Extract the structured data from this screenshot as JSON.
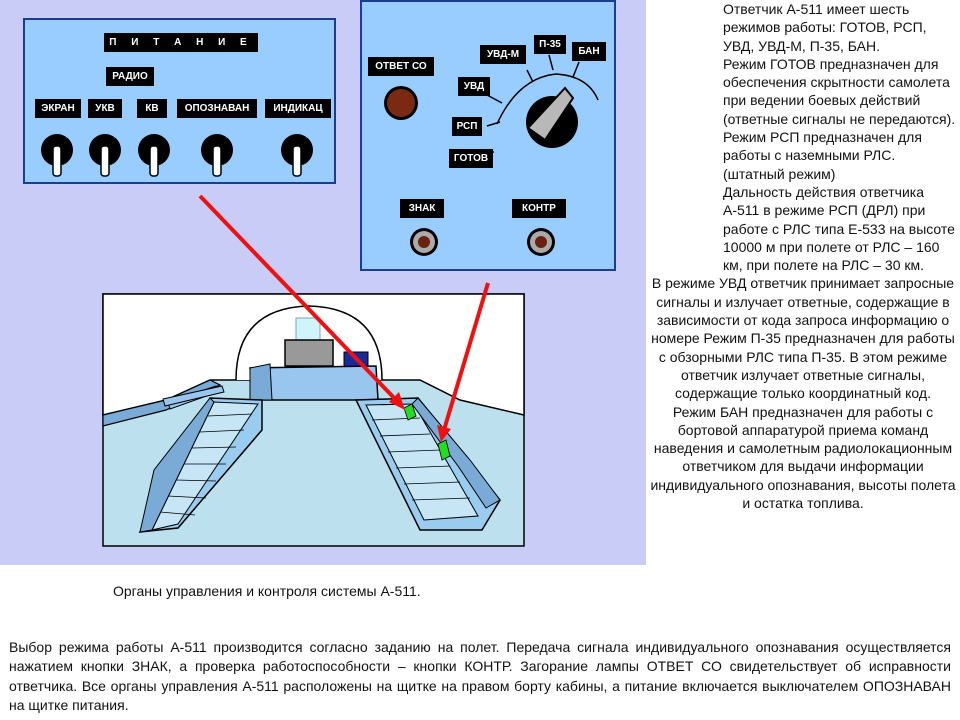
{
  "left_panel": {
    "title": "П И Т А Н И Е",
    "radio": "РАДИО",
    "switches": [
      "ЭКРАН",
      "УКВ",
      "КВ",
      "ОПОЗНАВАН",
      "ИНДИКАЦ"
    ]
  },
  "right_panel": {
    "otvet_so": "ОТВЕТ СО",
    "modes": [
      "ГОТОВ",
      "РСП",
      "УВД",
      "УВД-М",
      "П-35",
      "БАН"
    ],
    "znak": "ЗНАК",
    "kontr": "КОНТР"
  },
  "description": [
    "Ответчик А-511 имеет шесть режимов работы: ГОТОВ, РСП, УВД, УВД-М, П-35, БАН.",
    "Режим ГОТОВ предназначен для обеспечения скрытности самолета при ведении боевых действий (ответные сигналы не передаются).",
    "Режим РСП предназначен для работы с наземными РЛС. (штатный режим)",
    "Дальность действия ответчика А-511 в режиме РСП (ДРЛ) при работе с РЛС типа Е-533 на высоте 10000 м при полете от РЛС – 160 км, при полете на РЛС – 30 км.",
    "В режиме УВД ответчик принимает запросные сигналы и излучает ответные, содержащие в зависимости от кода запроса информацию о номере Режим П-35 предназначен для работы с обзорными РЛС типа П-35. В этом режиме ответчик излучает ответные сигналы, содержащие только координатный код.",
    "Режим БАН предназначен для работы с бортовой аппаратурой приема команд наведения и самолетным радиолокационным ответчиком для выдачи информации индивидуального опознавания, высоты полета и остатка топлива."
  ],
  "caption": "Органы управления и контроля системы А-511.",
  "bottom_paragraph": "Выбор режима работы А-511 производится согласно заданию на полет. Передача сигнала индивидуального опознавания осуществляется нажатием кнопки ЗНАК, а проверка работоспособности – кнопки КОНТР. Загорание лампы ОТВЕТ СО свидетельствует об исправности ответчика. Все органы управления А-511 расположены на щитке на правом борту кабины, а питание включается выключателем ОПОЗНАВАН на щитке питания.",
  "colors": {
    "background_panel": "#c8ccf6",
    "control_panel": "#99ccff",
    "arrow": "#ee1111",
    "indicator_green": "#22dd22"
  }
}
